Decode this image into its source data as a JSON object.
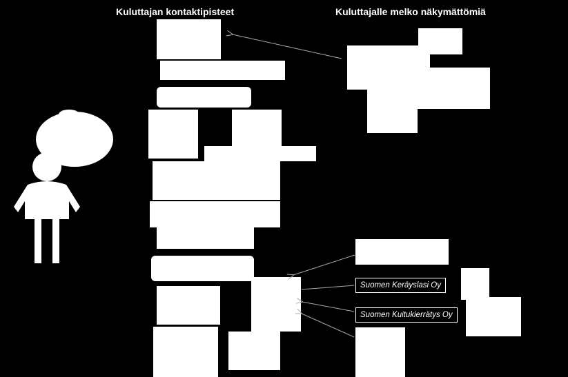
{
  "headers": {
    "left": "Kuluttajan kontaktipisteet",
    "right": "Kuluttajalle melko näkymättömiä"
  },
  "labels": {
    "glass": "Suomen Keräyslasi Oy",
    "fibre": "Suomen Kuitukierrätys Oy"
  },
  "colors": {
    "background": "#000000",
    "foreground": "#ffffff",
    "arrow": "#aaaaaa"
  }
}
